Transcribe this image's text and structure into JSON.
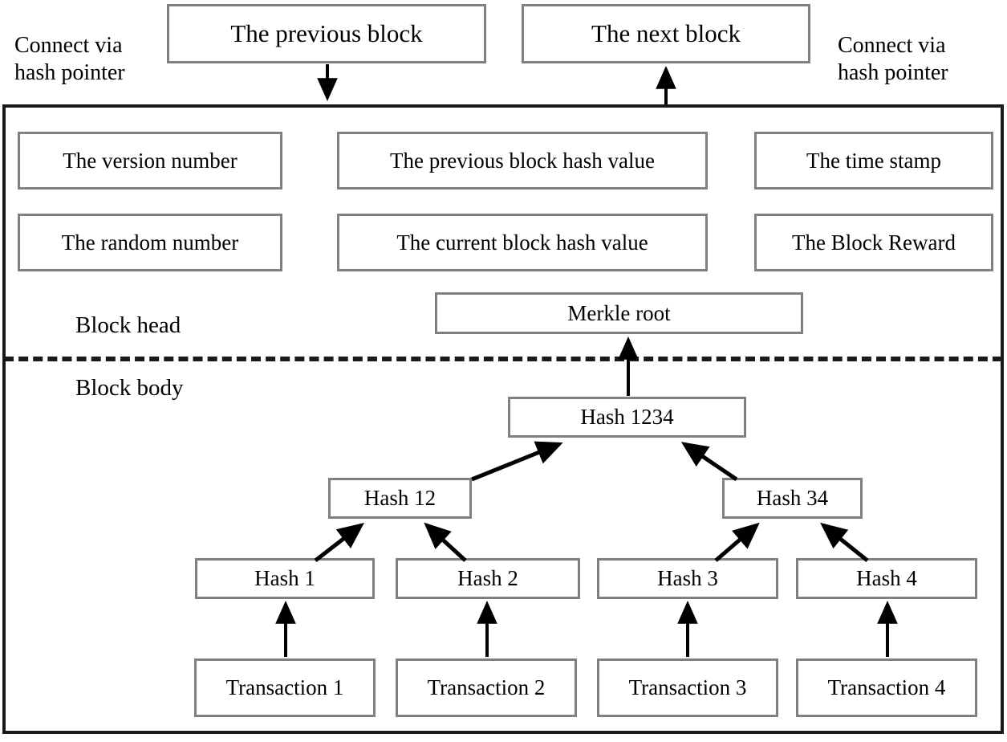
{
  "diagram": {
    "title": "Blockchain block structure with Merkle tree",
    "colors": {
      "box_border": "#808080",
      "container_border": "#1a1a1a",
      "arrow": "#000000",
      "text": "#000000",
      "background": "#ffffff"
    },
    "neighbors": {
      "previous_block": "The previous block",
      "next_block": "The next block"
    },
    "annotations": {
      "left_connect_line1": "Connect via",
      "left_connect_line2": "hash pointer",
      "right_connect_line1": "Connect via",
      "right_connect_line2": "hash pointer"
    },
    "sections": {
      "head_label": "Block head",
      "body_label": "Block body"
    },
    "block_head_fields": [
      {
        "id": "version-number",
        "label": "The version number"
      },
      {
        "id": "previous-block-hash-value",
        "label": "The previous block hash value"
      },
      {
        "id": "time-stamp",
        "label": "The time stamp"
      },
      {
        "id": "random-number",
        "label": "The random number"
      },
      {
        "id": "current-block-hash-value",
        "label": "The current block hash value"
      },
      {
        "id": "block-reward",
        "label": "The Block Reward"
      }
    ],
    "merkle": {
      "root": "Merkle root",
      "level_1": [
        {
          "id": "hash-1234",
          "label": "Hash 1234"
        }
      ],
      "level_2": [
        {
          "id": "hash-12",
          "label": "Hash 12"
        },
        {
          "id": "hash-34",
          "label": "Hash 34"
        }
      ],
      "level_3": [
        {
          "id": "hash-1",
          "label": "Hash 1"
        },
        {
          "id": "hash-2",
          "label": "Hash 2"
        },
        {
          "id": "hash-3",
          "label": "Hash 3"
        },
        {
          "id": "hash-4",
          "label": "Hash 4"
        }
      ],
      "transactions": [
        {
          "id": "transaction-1",
          "label": "Transaction 1"
        },
        {
          "id": "transaction-2",
          "label": "Transaction 2"
        },
        {
          "id": "transaction-3",
          "label": "Transaction 3"
        },
        {
          "id": "transaction-4",
          "label": "Transaction 4"
        }
      ]
    }
  }
}
